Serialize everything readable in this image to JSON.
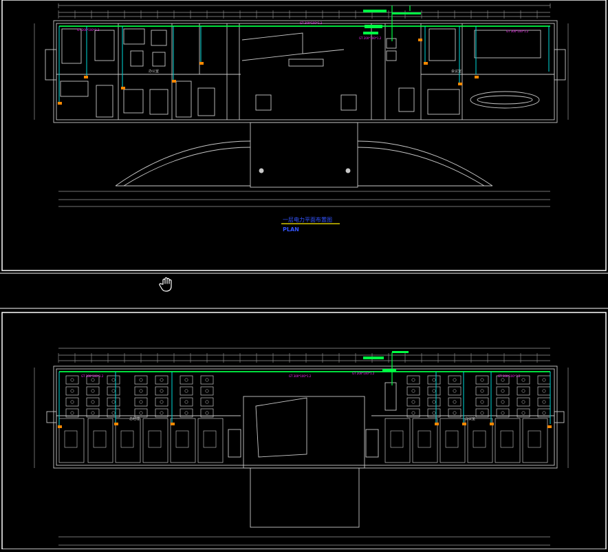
{
  "sheet1": {
    "title": "一层电力平面布置图",
    "subtitle": "PLAN",
    "trunk_label": "GT 300*100*1.2",
    "left_trunk_label": "GT 200*100*1.2",
    "right_trunk_label": "GT 300*100*1.2",
    "riser_label": "GT 200*100*1.2",
    "room_label_left": "办公室",
    "room_label_right": "会议室"
  },
  "sheet2": {
    "trunk_label": "GT 300*100*1.2",
    "left_trunk_label": "GT 300*100*1.2",
    "right_trunk_label": "GT 300*100*1.2",
    "riser_label": "GT 200*100*1.2",
    "room_label_left": "总经理",
    "room_label_right": "会议室"
  },
  "colors": {
    "background": "#000000",
    "linework": "#c8c8c8",
    "tray_green": "#00ff44",
    "riser_cyan": "#00c8c8",
    "label_magenta": "#ff33ff",
    "panel_orange": "#ff8800",
    "title_blue": "#3355ff",
    "title_underline": "#ffee00"
  },
  "cursor": {
    "icon": "hand-grab-icon"
  }
}
